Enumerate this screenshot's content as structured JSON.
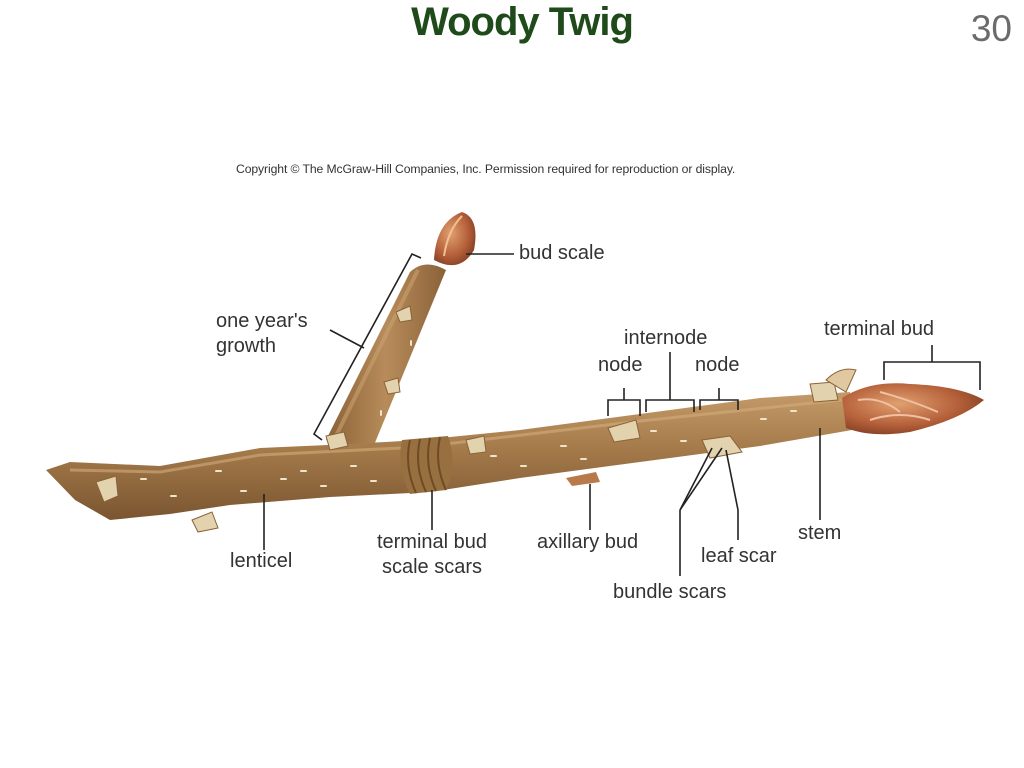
{
  "slide": {
    "title": "Woody Twig",
    "number": "30",
    "copyright": "Copyright © The McGraw-Hill Companies, Inc. Permission required for reproduction or display."
  },
  "labels": {
    "bud_scale": "bud scale",
    "one_years_growth_line1": "one year's",
    "one_years_growth_line2": "growth",
    "internode": "internode",
    "node_left": "node",
    "node_right": "node",
    "terminal_bud": "terminal bud",
    "lenticel": "lenticel",
    "terminal_bud_scale_scars_line1": "terminal bud",
    "terminal_bud_scale_scars_line2": "scale scars",
    "axillary_bud": "axillary bud",
    "leaf_scar": "leaf scar",
    "stem": "stem",
    "bundle_scars": "bundle scars"
  },
  "colors": {
    "title": "#1f4a1a",
    "bark": "#a07848",
    "bark_dark": "#7a5530",
    "bark_light": "#c49a68",
    "bud": "#b8653a",
    "scar": "#e8dcc0",
    "leader": "#222222"
  }
}
